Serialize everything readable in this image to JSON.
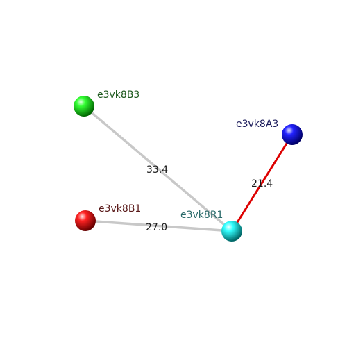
{
  "nodes": [
    {
      "id": "b3",
      "label": "e3vk8B3",
      "color": "#00dd00",
      "label_color": "#1f5a1f"
    },
    {
      "id": "a3",
      "label": "e3vk8A3",
      "color": "#0000dd",
      "label_color": "#1a1a5a"
    },
    {
      "id": "b1",
      "label": "e3vk8B1",
      "color": "#dd0000",
      "label_color": "#5a1a1a"
    },
    {
      "id": "r1",
      "label": "e3vk8R1",
      "color": "#00dddd",
      "label_color": "#2a6a6a"
    }
  ],
  "edges": [
    {
      "from": "b3",
      "to": "r1",
      "label": "33.4",
      "color": "#c8c8c8"
    },
    {
      "from": "b1",
      "to": "r1",
      "label": "27.0",
      "color": "#c8c8c8"
    },
    {
      "from": "a3",
      "to": "r1",
      "label": "21.4",
      "color": "#dd0000"
    }
  ]
}
